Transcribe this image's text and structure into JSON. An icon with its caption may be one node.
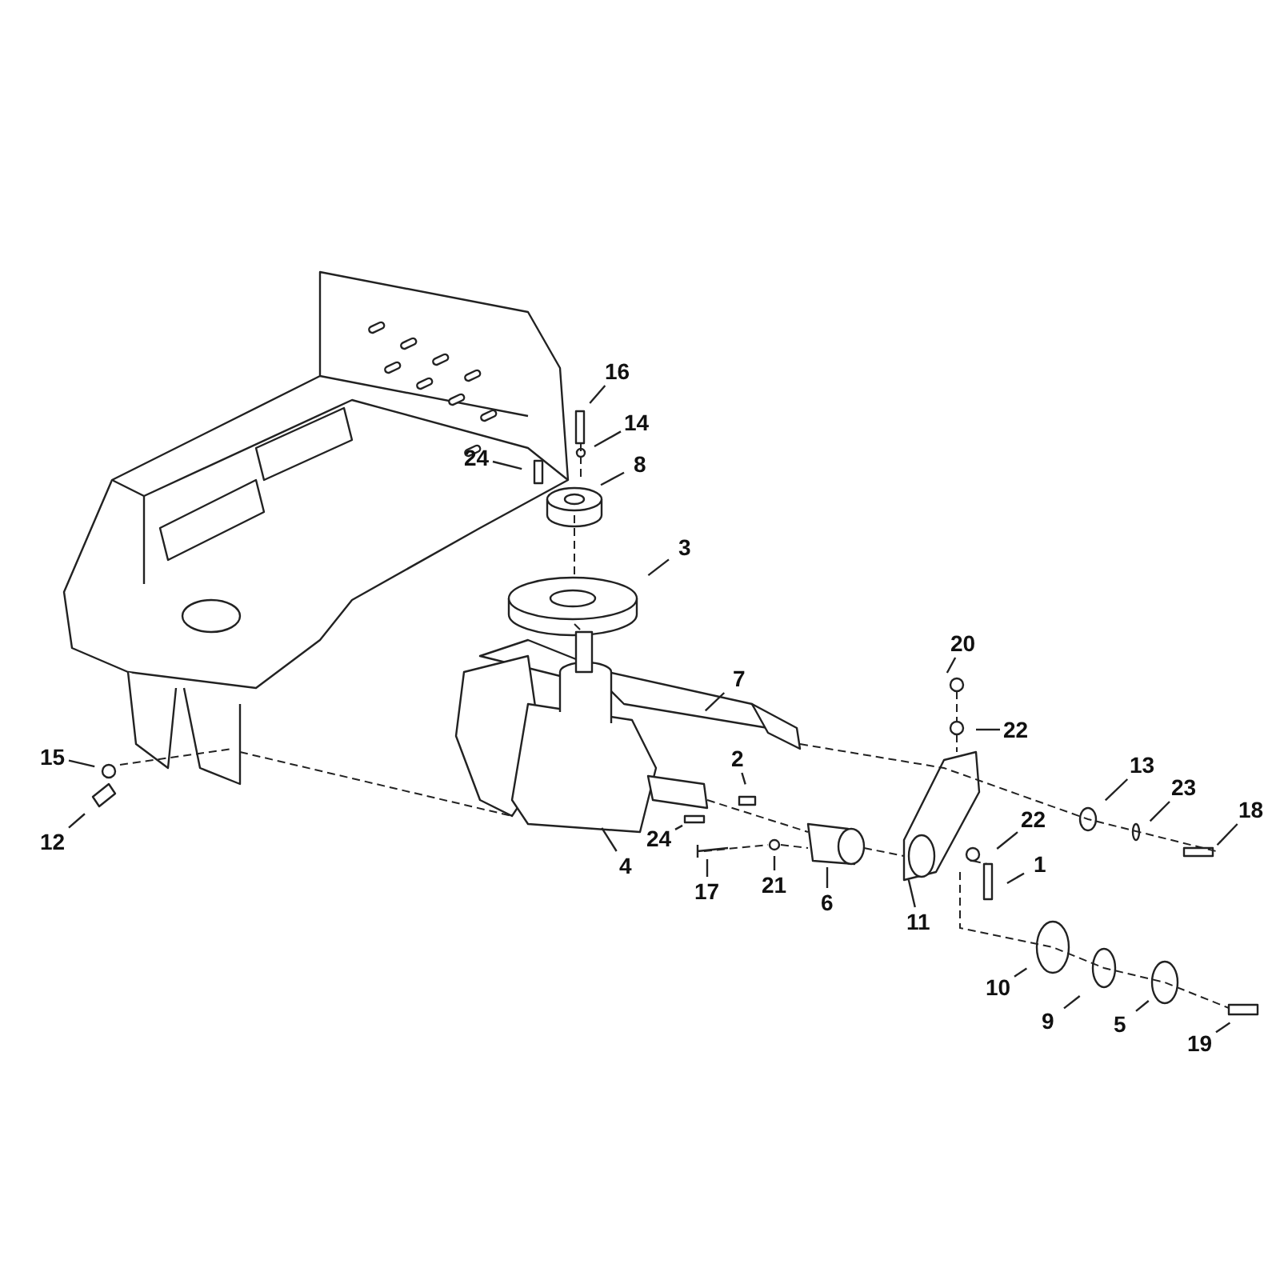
{
  "diagram": {
    "nodes": [
      {
        "text": [
          "16"
        ]
      },
      {
        "text": [
          "14"
        ]
      },
      {
        "text": [
          "8"
        ]
      },
      {
        "text": [
          "24"
        ]
      },
      {
        "text": [
          "3"
        ]
      },
      {
        "text": [
          "20"
        ]
      },
      {
        "text": [
          "7"
        ]
      },
      {
        "text": [
          "22"
        ]
      },
      {
        "text": [
          "15"
        ]
      },
      {
        "text": [
          "2"
        ]
      },
      {
        "text": [
          "13"
        ]
      },
      {
        "text": [
          "23"
        ]
      },
      {
        "text": [
          "18"
        ]
      },
      {
        "text": [
          "22"
        ]
      },
      {
        "text": [
          "12"
        ]
      },
      {
        "text": [
          "24"
        ]
      },
      {
        "text": [
          "1"
        ]
      },
      {
        "text": [
          "4"
        ]
      },
      {
        "text": [
          "21"
        ]
      },
      {
        "text": [
          "17"
        ]
      },
      {
        "text": [
          "6"
        ]
      },
      {
        "text": [
          "11"
        ]
      },
      {
        "text": [
          "10"
        ]
      },
      {
        "text": [
          "9"
        ]
      },
      {
        "text": [
          "5"
        ]
      },
      {
        "text": [
          "19"
        ]
      }
    ],
    "edges": [
      {
        "from": 0,
        "to": null,
        "arrow": "none"
      },
      {
        "from": 1,
        "to": null,
        "arrow": "none"
      },
      {
        "from": 2,
        "to": null,
        "arrow": "none"
      },
      {
        "from": 3,
        "to": null,
        "arrow": "none"
      },
      {
        "from": 4,
        "to": null,
        "arrow": "none"
      },
      {
        "from": 5,
        "to": null,
        "arrow": "none"
      },
      {
        "from": 6,
        "to": null,
        "arrow": "none"
      },
      {
        "from": 7,
        "to": null,
        "arrow": "none"
      },
      {
        "from": 8,
        "to": null,
        "arrow": "none"
      },
      {
        "from": 9,
        "to": null,
        "arrow": "none"
      },
      {
        "from": 10,
        "to": null,
        "arrow": "none"
      },
      {
        "from": 11,
        "to": null,
        "arrow": "none"
      },
      {
        "from": 12,
        "to": null,
        "arrow": "none"
      },
      {
        "from": 13,
        "to": null,
        "arrow": "none"
      },
      {
        "from": 14,
        "to": null,
        "arrow": "none"
      },
      {
        "from": 15,
        "to": null,
        "arrow": "none"
      },
      {
        "from": 16,
        "to": null,
        "arrow": "none"
      },
      {
        "from": 17,
        "to": null,
        "arrow": "none"
      },
      {
        "from": 18,
        "to": null,
        "arrow": "none"
      },
      {
        "from": 19,
        "to": null,
        "arrow": "none"
      },
      {
        "from": 20,
        "to": null,
        "arrow": "none"
      },
      {
        "from": 21,
        "to": null,
        "arrow": "none"
      },
      {
        "from": 22,
        "to": null,
        "arrow": "none"
      },
      {
        "from": 23,
        "to": null,
        "arrow": "none"
      },
      {
        "from": 24,
        "to": null,
        "arrow": "none"
      },
      {
        "from": 25,
        "to": null,
        "arrow": "none"
      }
    ]
  }
}
